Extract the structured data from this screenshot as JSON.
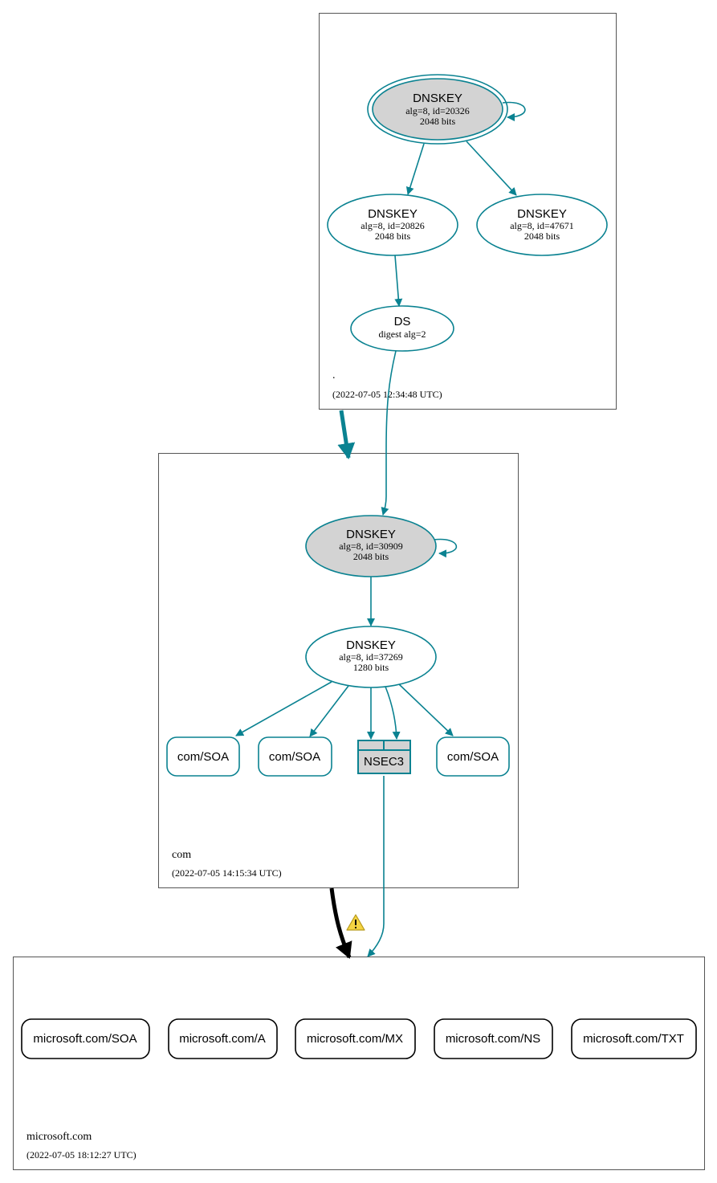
{
  "colors": {
    "edge": "#0a8291",
    "key_fill": "#d3d3d3",
    "box_border": "#555555",
    "insecure_edge": "#000000",
    "warning": "#f5d442"
  },
  "zones": {
    "root": {
      "name": ".",
      "timestamp": "(2022-07-05 12:34:48 UTC)"
    },
    "com": {
      "name": "com",
      "timestamp": "(2022-07-05 14:15:34 UTC)"
    },
    "microsoft": {
      "name": "microsoft.com",
      "timestamp": "(2022-07-05 18:12:27 UTC)"
    }
  },
  "nodes": {
    "root_ksk": {
      "type": "DNSKEY",
      "l1": "alg=8, id=20326",
      "l2": "2048 bits"
    },
    "root_zsk1": {
      "type": "DNSKEY",
      "l1": "alg=8, id=20826",
      "l2": "2048 bits"
    },
    "root_zsk2": {
      "type": "DNSKEY",
      "l1": "alg=8, id=47671",
      "l2": "2048 bits"
    },
    "root_ds": {
      "type": "DS",
      "l1": "digest alg=2"
    },
    "com_ksk": {
      "type": "DNSKEY",
      "l1": "alg=8, id=30909",
      "l2": "2048 bits"
    },
    "com_zsk": {
      "type": "DNSKEY",
      "l1": "alg=8, id=37269",
      "l2": "1280 bits"
    },
    "com_soa1": {
      "label": "com/SOA"
    },
    "com_soa2": {
      "label": "com/SOA"
    },
    "com_nsec3": {
      "label": "NSEC3"
    },
    "com_soa3": {
      "label": "com/SOA"
    },
    "ms_soa": {
      "label": "microsoft.com/SOA"
    },
    "ms_a": {
      "label": "microsoft.com/A"
    },
    "ms_mx": {
      "label": "microsoft.com/MX"
    },
    "ms_ns": {
      "label": "microsoft.com/NS"
    },
    "ms_txt": {
      "label": "microsoft.com/TXT"
    }
  },
  "icons": {
    "warning": "warning-icon"
  }
}
